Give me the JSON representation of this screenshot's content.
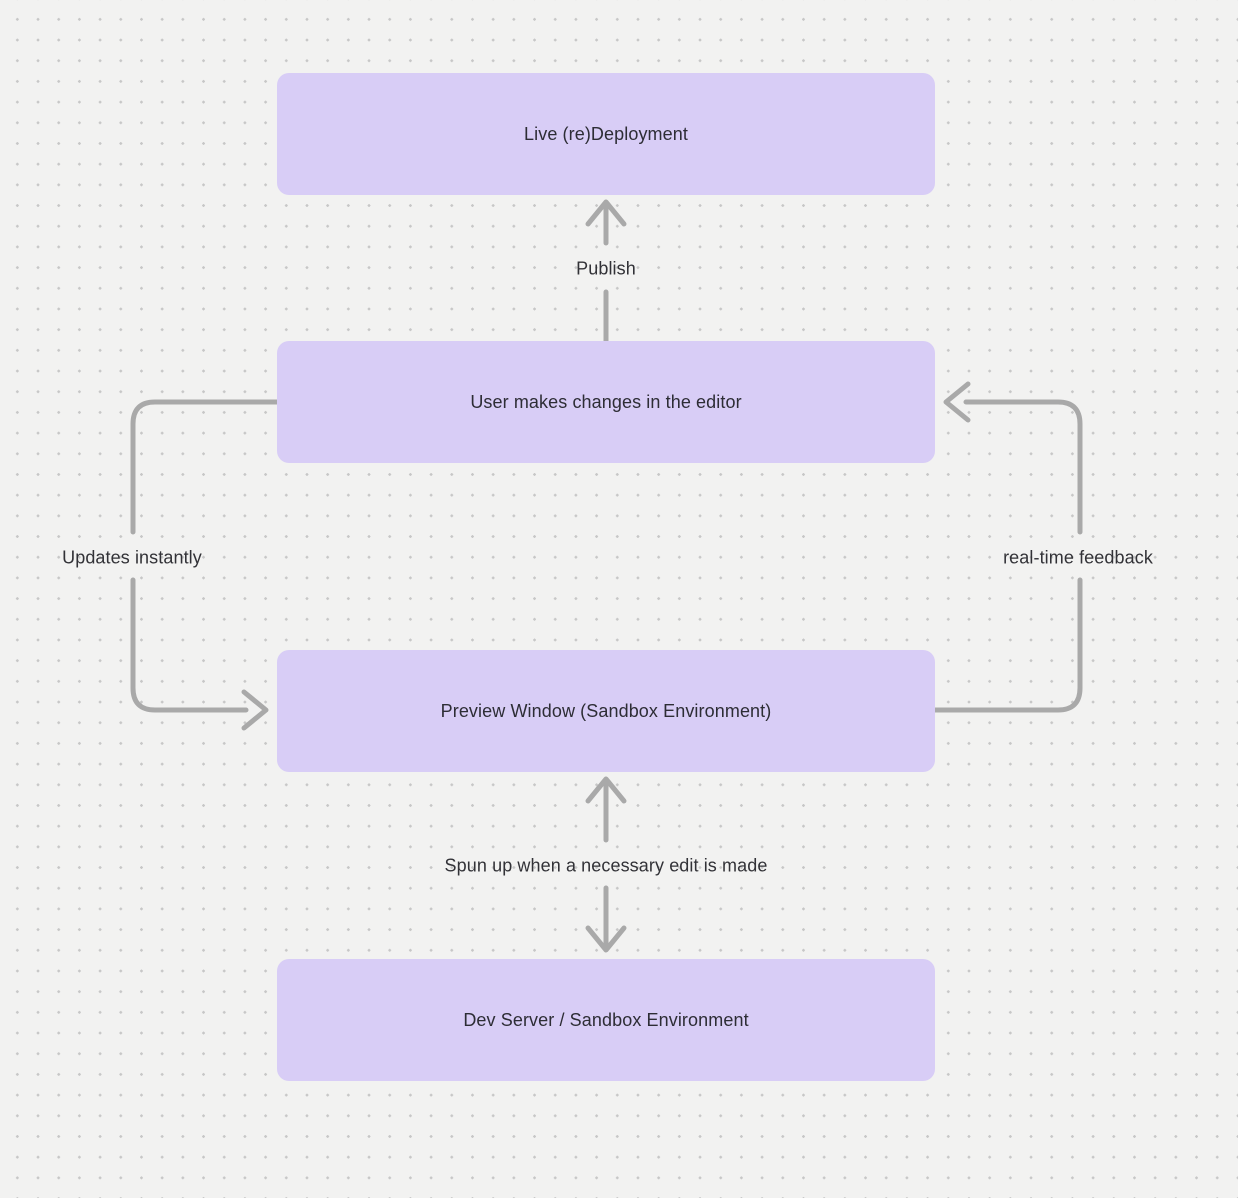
{
  "diagram": {
    "nodes": [
      {
        "id": "live-redeployment",
        "label": "Live (re)Deployment"
      },
      {
        "id": "user-editor",
        "label": "User makes changes in the editor"
      },
      {
        "id": "preview-window",
        "label": "Preview Window (Sandbox Environment)"
      },
      {
        "id": "dev-server",
        "label": "Dev Server / Sandbox Environment"
      }
    ],
    "edges": [
      {
        "id": "publish",
        "label": "Publish",
        "from": "user-editor",
        "to": "live-redeployment",
        "style": "straight-up-arrow"
      },
      {
        "id": "updates-instantly",
        "label": "Updates instantly",
        "from": "user-editor",
        "to": "preview-window",
        "style": "left-side-loop"
      },
      {
        "id": "real-time-feedback",
        "label": "real-time feedback",
        "from": "preview-window",
        "to": "user-editor",
        "style": "right-side-loop"
      },
      {
        "id": "spun-up",
        "label": "Spun up when a necessary edit is made",
        "from": "preview-window",
        "to": "dev-server",
        "style": "bidirectional-vertical"
      }
    ]
  },
  "colors": {
    "bg": "#f2f2f1",
    "dot": "#c7c7c7",
    "node": "#d8cdf6",
    "node-text": "#2d2d35",
    "line": "#a9a9a9",
    "label-text": "#323237"
  }
}
